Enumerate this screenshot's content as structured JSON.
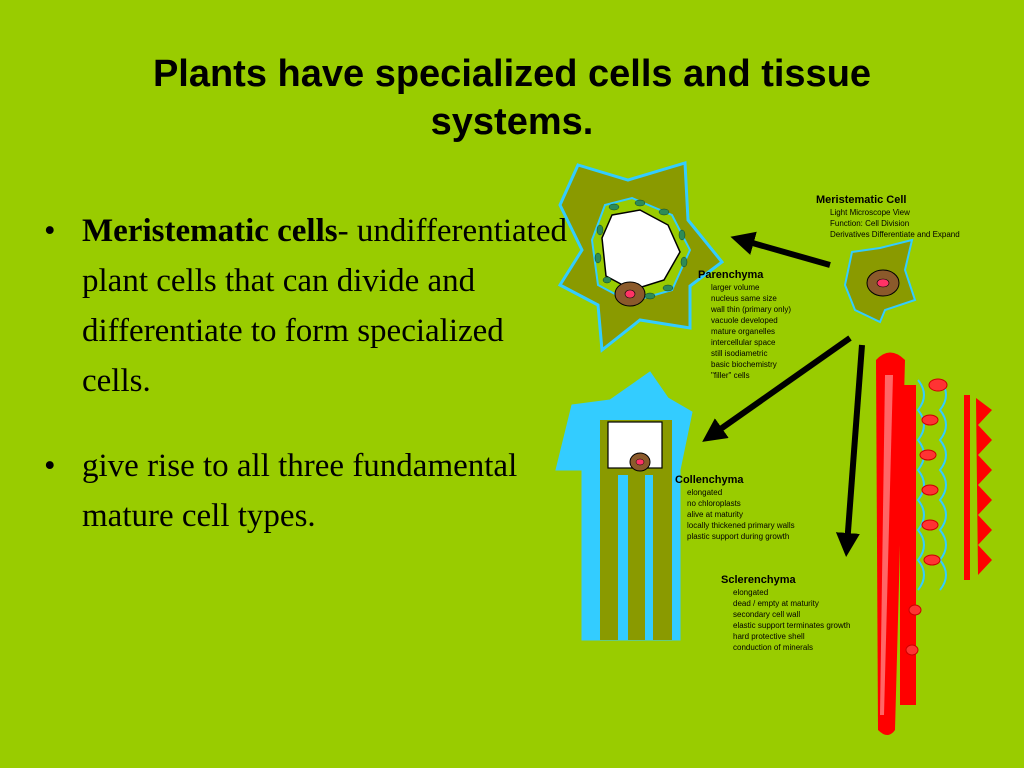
{
  "slide": {
    "title_line1": "Plants have specialized cells and tissue",
    "title_line2": "systems.",
    "bullets": [
      {
        "term": "Meristematic cells",
        "sep": "-",
        "text": " undifferentiated plant cells that can divide and differentiate to form specialized cells."
      },
      {
        "text": "give rise to all three fundamental mature cell types."
      }
    ]
  },
  "diagram": {
    "meristematic": {
      "heading": "Meristematic Cell",
      "lines": [
        "Light Microscope View",
        "Function: Cell Division",
        "Derivatives Differentiate and Expand"
      ]
    },
    "parenchyma": {
      "heading": "Parenchyma",
      "lines": [
        "larger volume",
        "nucleus same size",
        "wall thin (primary only)",
        "vacuole developed",
        "mature organelles",
        "intercellular space",
        "still isodiametric",
        "basic biochemistry",
        "\"filler\" cells"
      ]
    },
    "collenchyma": {
      "heading": "Collenchyma",
      "lines": [
        "elongated",
        "no chloroplasts",
        "alive at maturity",
        "locally thickened primary walls",
        "plastic support during growth"
      ]
    },
    "sclerenchyma": {
      "heading": "Sclerenchyma",
      "lines": [
        "elongated",
        "dead / empty at maturity",
        "secondary cell wall",
        "elastic support terminates growth",
        "hard protective shell",
        "conduction of minerals"
      ]
    }
  },
  "colors": {
    "background": "#99cc00",
    "cell_wall_olive": "#8a9a00",
    "wall_blue": "#33ccff",
    "nucleus": "#8b5a2b",
    "sclerenchyma_red": "#ff0000",
    "chloroplast": "#2e8b57"
  }
}
